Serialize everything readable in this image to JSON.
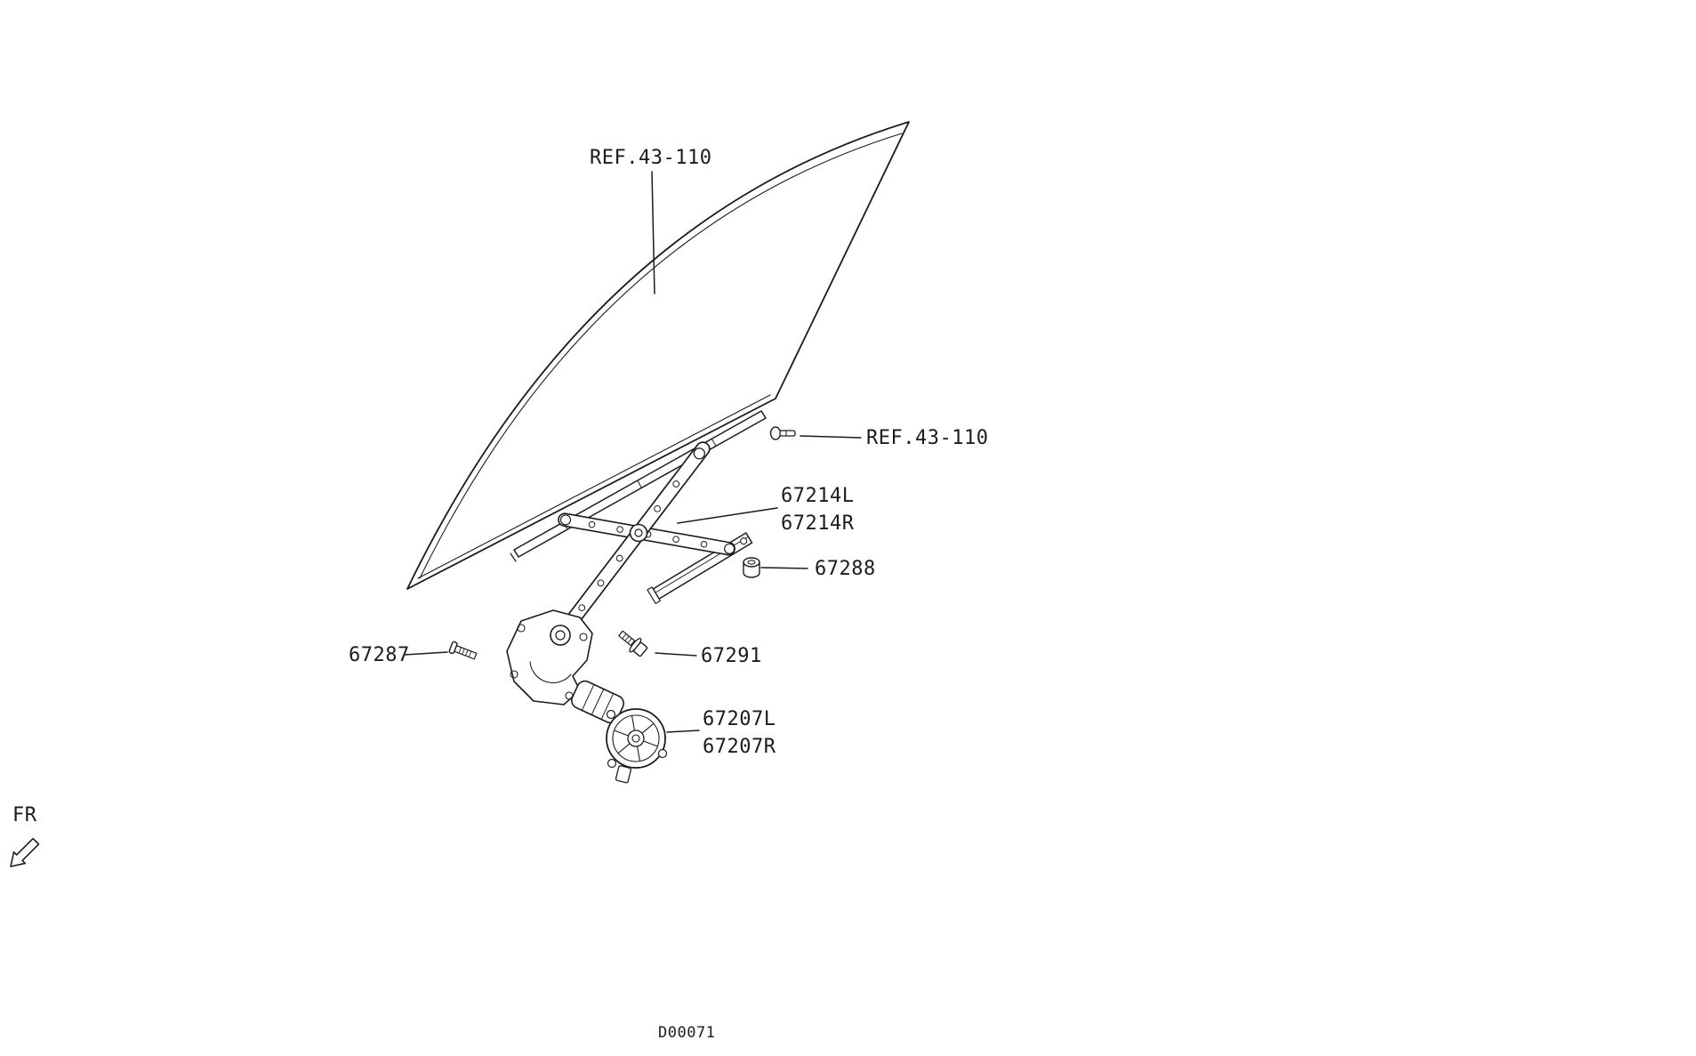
{
  "page": {
    "background": "#ffffff",
    "ink": "#1c1c1c",
    "drawing_code": "D00071",
    "orientation_label": "FR"
  },
  "callouts": {
    "glass_ref": {
      "text": "REF.43-110"
    },
    "clip_ref": {
      "text": "REF.43-110"
    },
    "regulator": {
      "line1": "67214L",
      "line2": "67214R"
    },
    "rail_nut": {
      "text": "67288"
    },
    "base_screw": {
      "text": "67287"
    },
    "arm_bolt": {
      "text": "67291"
    },
    "motor": {
      "line1": "67207L",
      "line2": "67207R"
    }
  }
}
